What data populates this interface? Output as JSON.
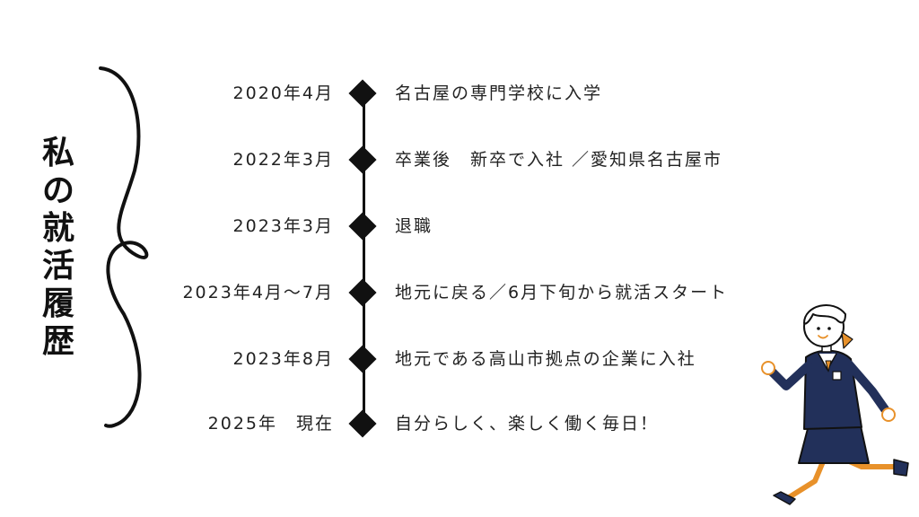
{
  "title_chars": [
    "私",
    "の",
    "就",
    "活",
    "履",
    "歴"
  ],
  "timeline": [
    {
      "date": "2020年4月",
      "event": "名古屋の専門学校に入学"
    },
    {
      "date": "2022年3月",
      "event": "卒業後　新卒で入社 ／愛知県名古屋市"
    },
    {
      "date": "2023年3月",
      "event": "退職"
    },
    {
      "date": "2023年4月～7月",
      "event": "地元に戻る／6月下旬から就活スタート"
    },
    {
      "date": "2023年8月",
      "event": "地元である高山市拠点の企業に入社"
    },
    {
      "date": "2025年　現在",
      "event": "自分らしく、楽しく働く毎日！"
    }
  ],
  "colors": {
    "ink": "#111111",
    "uniform": "#22305a",
    "accent": "#e8912a",
    "background": "#ffffff"
  },
  "icons": [
    "curly-brace-line",
    "running-student-illustration"
  ]
}
